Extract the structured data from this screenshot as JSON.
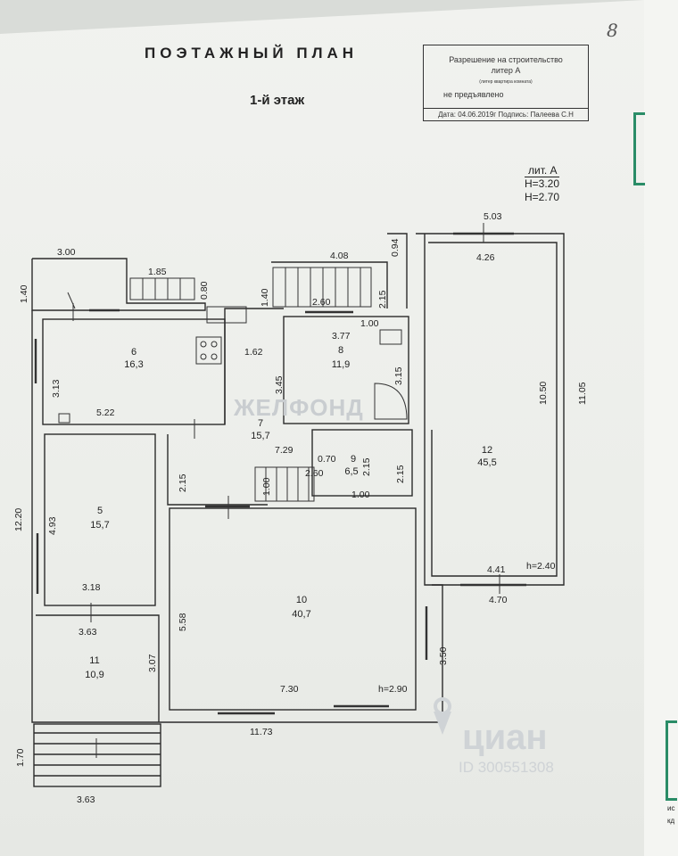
{
  "header": {
    "title": "ПОЭТАЖНЫЙ ПЛАН",
    "floor": "1-й этаж",
    "page_number": "8"
  },
  "stamp": {
    "line1": "Разрешение на строительство",
    "line2": "литер А",
    "small": "(литер квартира комната)",
    "line3": "не предъявлено",
    "line4": "Дата: 04.06.2019г Подпись: Палеева С.Н"
  },
  "heights": {
    "litera": "лит. А",
    "h1": "Н=3.20",
    "h2": "Н=2.70"
  },
  "rooms": [
    {
      "num": "6",
      "area": "16,3"
    },
    {
      "num": "7",
      "area": "15,7"
    },
    {
      "num": "8",
      "area": "11,9"
    },
    {
      "num": "9",
      "area": "6,5"
    },
    {
      "num": "5",
      "area": "15,7"
    },
    {
      "num": "10",
      "area": "40,7"
    },
    {
      "num": "11",
      "area": "10,9"
    },
    {
      "num": "12",
      "area": "45,5"
    }
  ],
  "dimensions": {
    "d300": "3.00",
    "d185": "1.85",
    "d140a": "1.40",
    "d080": "0.80",
    "d408": "4.08",
    "d094": "0.94",
    "d503": "5.03",
    "d426": "4.26",
    "d140b": "1.40",
    "d260a": "2.60",
    "d215a": "2.15",
    "d100a": "1.00",
    "d377": "3.77",
    "d162": "1.62",
    "d313": "3.13",
    "d522": "5.22",
    "d345": "3.45",
    "d315": "3.15",
    "d1050": "10.50",
    "d1105": "11.05",
    "d729": "7.29",
    "d070": "0.70",
    "d215b": "2.15",
    "d215c": "2.15",
    "d215d": "2.15",
    "d100b": "1.00",
    "d260b": "2.60",
    "d100c": "1.00",
    "d1220": "12.20",
    "d493": "4.93",
    "d318": "3.18",
    "d363a": "3.63",
    "d558": "5.58",
    "d730": "7.30",
    "d290": "h=2.90",
    "d307": "3.07",
    "d350": "3.50",
    "d441": "4.41",
    "d240": "h=2.40",
    "d470": "4.70",
    "d1173": "11.73",
    "d170": "1.70",
    "d363b": "3.63"
  },
  "watermark": {
    "brand1": "ЖЕЛФОНД",
    "brand2": "циан",
    "id": "ID 300551308"
  },
  "side_text": {
    "t1": "ис",
    "t2": "кд"
  },
  "colors": {
    "ink": "#222222",
    "bracket": "#2a8c67",
    "watermark": "#c9cdd0"
  }
}
